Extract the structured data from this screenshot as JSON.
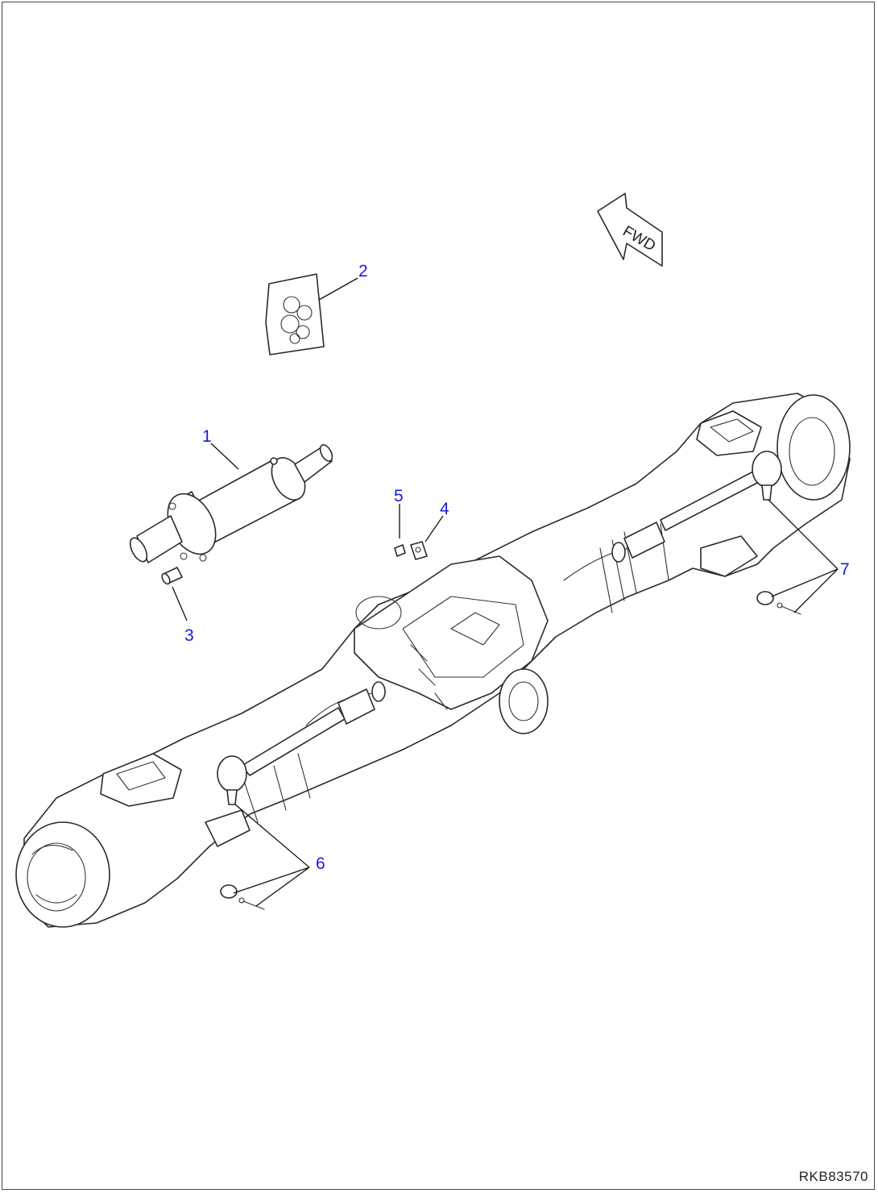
{
  "diagram": {
    "direction_label": "FWD",
    "drawing_code": "RKB83570",
    "callouts": [
      {
        "id": "callout-1",
        "label": "1"
      },
      {
        "id": "callout-2",
        "label": "2"
      },
      {
        "id": "callout-3",
        "label": "3"
      },
      {
        "id": "callout-4",
        "label": "4"
      },
      {
        "id": "callout-5",
        "label": "5"
      },
      {
        "id": "callout-6",
        "label": "6"
      },
      {
        "id": "callout-7",
        "label": "7"
      }
    ],
    "colors": {
      "callout": "#1a1ad8",
      "line": "#2a2a2a"
    }
  }
}
